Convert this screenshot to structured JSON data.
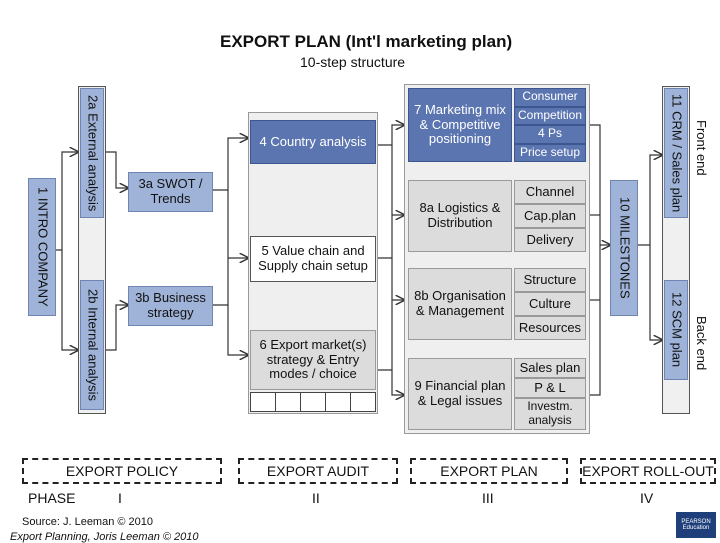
{
  "header": {
    "title": "EXPORT PLAN (Int'l marketing plan)",
    "subtitle": "10-step structure"
  },
  "steps": {
    "intro_company": "1 INTRO COMPANY",
    "external_analysis": "2a External analysis",
    "internal_analysis": "2b Internal analysis",
    "swot": "3a SWOT / Trends",
    "business_strategy": "3b Business strategy",
    "country_analysis": "4 Country analysis",
    "value_chain": "5 Value chain and Supply chain setup",
    "export_market": "6 Export market(s) strategy & Entry modes / choice",
    "marketing_mix": "7 Marketing mix & Competitive positioning",
    "logistics": "8a Logistics & Distribution",
    "organisation": "8b Organisation & Management",
    "financial": "9 Financial plan & Legal issues",
    "milestones": "10 MILESTONES",
    "crm": "11 CRM / Sales plan",
    "scm": "12 SCM plan"
  },
  "sub_items": {
    "marketing_mix": [
      "Consumer",
      "Competition",
      "4 Ps",
      "Price setup"
    ],
    "logistics": [
      "Channel",
      "Cap.plan",
      "Delivery"
    ],
    "organisation": [
      "Structure",
      "Culture",
      "Resources"
    ],
    "financial": [
      "Sales plan",
      "P & L",
      "Investm. analysis"
    ]
  },
  "side_labels": {
    "front_end": "Front end",
    "back_end": "Back end"
  },
  "phases": {
    "label": "PHASE",
    "items": [
      {
        "name": "EXPORT POLICY",
        "numeral": "I"
      },
      {
        "name": "EXPORT AUDIT",
        "numeral": "II"
      },
      {
        "name": "EXPORT PLAN",
        "numeral": "III"
      },
      {
        "name": "EXPORT ROLL-OUT",
        "numeral": "IV"
      }
    ]
  },
  "footer": {
    "source": "Source: J. Leeman © 2010",
    "book": "Export Planning, Joris Leeman © 2010",
    "logo_line1": "PEARSON",
    "logo_line2": "Education"
  }
}
